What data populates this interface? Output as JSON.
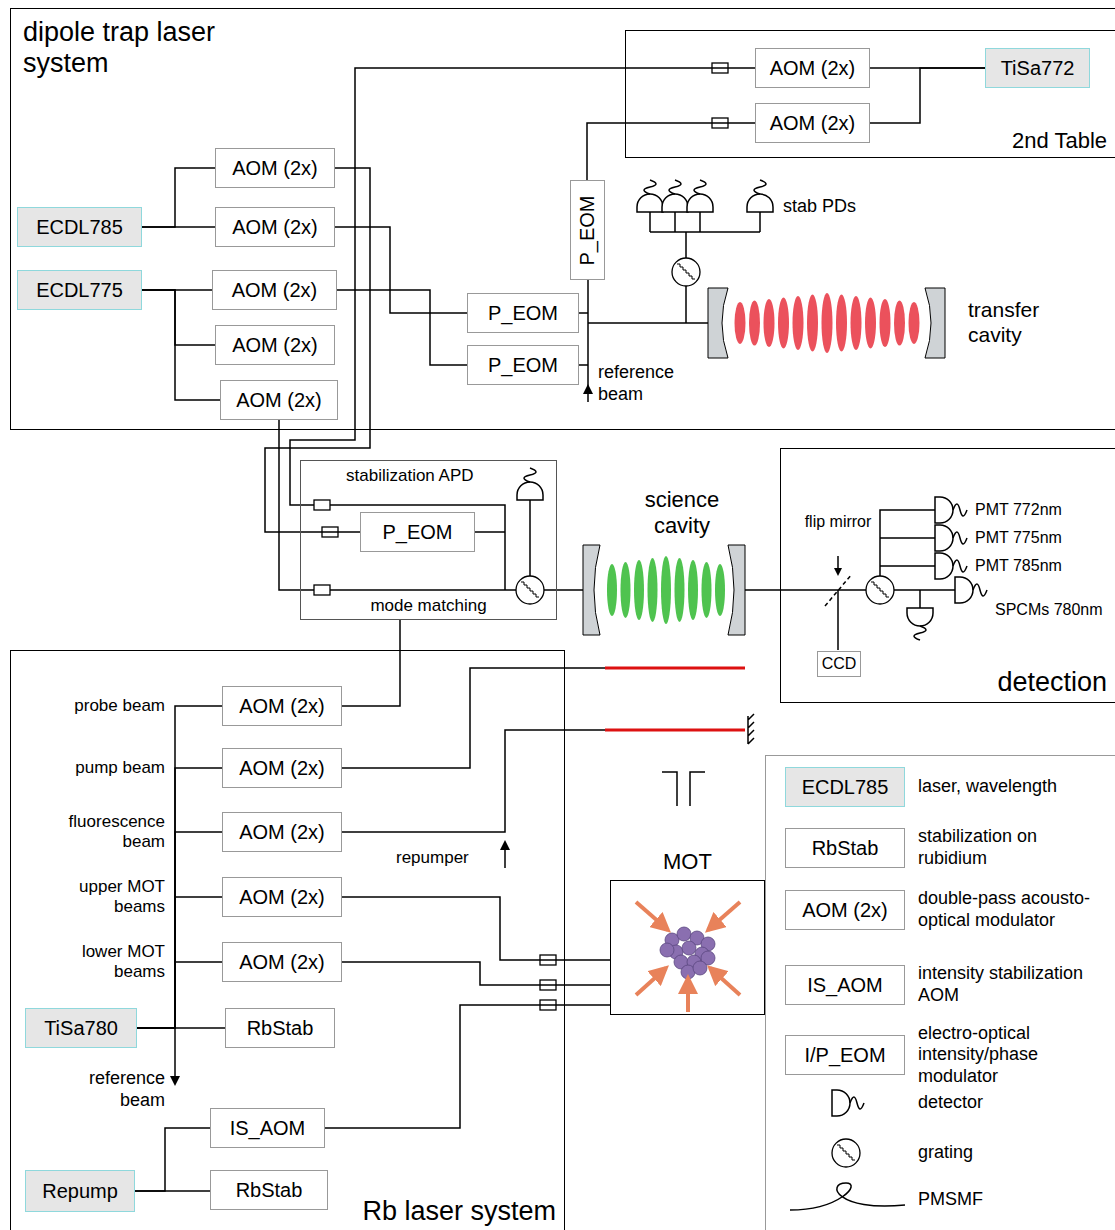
{
  "diagram": {
    "nodes": [
      {
        "text": [
          "dipole trap laser system"
        ]
      },
      {
        "text": [
          "2nd Table"
        ],
        "in": 0
      },
      {
        "text": [
          "AOM (2x)"
        ],
        "in": 1
      },
      {
        "text": [
          "AOM (2x)"
        ],
        "in": 1
      },
      {
        "text": [
          "TiSa772"
        ],
        "in": 1
      },
      {
        "text": [
          "AOM (2x)"
        ],
        "in": 0
      },
      {
        "text": [
          "AOM (2x)"
        ],
        "in": 0
      },
      {
        "text": [
          "ECDL785"
        ],
        "in": 0
      },
      {
        "text": [
          "ECDL775"
        ],
        "in": 0
      },
      {
        "text": [
          "AOM (2x)"
        ],
        "in": 0
      },
      {
        "text": [
          "AOM (2x)"
        ],
        "in": 0
      },
      {
        "text": [
          "AOM (2x)"
        ],
        "in": 0
      },
      {
        "text": [
          "P_EOM"
        ],
        "in": 0
      },
      {
        "text": [
          "P_EOM"
        ],
        "in": 0
      },
      {
        "text": [
          "P_EOM"
        ],
        "in": 0
      },
      {
        "text": [
          "mode matching"
        ]
      },
      {
        "text": [
          "P_EOM"
        ],
        "in": 15
      },
      {
        "text": [
          "detection"
        ]
      },
      {
        "text": [
          "Rb laser system"
        ]
      },
      {
        "text": [
          "AOM (2x)"
        ],
        "in": 18
      },
      {
        "text": [
          "AOM (2x)"
        ],
        "in": 18
      },
      {
        "text": [
          "AOM (2x)"
        ],
        "in": 18
      },
      {
        "text": [
          "AOM (2x)"
        ],
        "in": 18
      },
      {
        "text": [
          "AOM (2x)"
        ],
        "in": 18
      },
      {
        "text": [
          "TiSa780"
        ],
        "in": 18
      },
      {
        "text": [
          "RbStab"
        ],
        "in": 18
      },
      {
        "text": [
          "IS_AOM"
        ],
        "in": 18
      },
      {
        "text": [
          "Repump"
        ],
        "in": 18
      },
      {
        "text": [
          "RbStab"
        ],
        "in": 18
      },
      {
        "text": [
          "MOT"
        ]
      }
    ],
    "edges": [
      {
        "from": 4,
        "to": 2,
        "arrow": "none"
      },
      {
        "from": 4,
        "to": 3,
        "arrow": "none"
      },
      {
        "from": 7,
        "to": 5,
        "arrow": "none"
      },
      {
        "from": 7,
        "to": 6,
        "arrow": "none"
      },
      {
        "from": 8,
        "to": 9,
        "arrow": "none"
      },
      {
        "from": 8,
        "to": 10,
        "arrow": "none"
      },
      {
        "from": 8,
        "to": 11,
        "arrow": "none"
      },
      {
        "from": 3,
        "to": 12,
        "arrow": "none"
      },
      {
        "from": 6,
        "to": 13,
        "arrow": "none"
      },
      {
        "from": 9,
        "to": 14,
        "arrow": "none"
      },
      {
        "from": 2,
        "to": 15,
        "arrow": "none"
      },
      {
        "from": 5,
        "to": 16,
        "arrow": "none"
      },
      {
        "from": 11,
        "to": 15,
        "arrow": "none"
      },
      {
        "from": 19,
        "to": 15,
        "arrow": "none"
      },
      {
        "from": 24,
        "to": 19,
        "arrow": "none"
      },
      {
        "from": 24,
        "to": 20,
        "arrow": "none"
      },
      {
        "from": 24,
        "to": 21,
        "arrow": "none"
      },
      {
        "from": 24,
        "to": 22,
        "arrow": "none"
      },
      {
        "from": 24,
        "to": 23,
        "arrow": "none"
      },
      {
        "from": 24,
        "to": 25,
        "arrow": "none"
      },
      {
        "from": 27,
        "to": 26,
        "arrow": "none"
      },
      {
        "from": 27,
        "to": 28,
        "arrow": "none"
      },
      {
        "from": 22,
        "to": 29,
        "arrow": "none"
      },
      {
        "from": 23,
        "to": 29,
        "arrow": "none"
      },
      {
        "from": 26,
        "to": 29,
        "arrow": "none"
      }
    ],
    "labels": [
      "stab PDs",
      "transfer cavity",
      "reference beam",
      "stabilization APD",
      "science cavity",
      "flip mirror",
      "CCD",
      "PMT 772nm",
      "PMT 775nm",
      "PMT 785nm",
      "SPCMs 780nm",
      "probe beam",
      "pump beam",
      "fluorescence beam",
      "upper MOT beams",
      "lower MOT beams",
      "repumper",
      "reference beam",
      "ECDL785",
      "RbStab",
      "AOM (2x)",
      "IS_AOM",
      "I/P_EOM"
    ],
    "legend": [
      {
        "text": "laser, wavelength",
        "color": "#e6e6e6"
      },
      {
        "text": "stabilization on rubidium"
      },
      {
        "text": "double-pass acousto-optical modulator"
      },
      {
        "text": "intensity stabilization AOM"
      },
      {
        "text": "electro-optical intensity/phase modulator"
      },
      {
        "text": "detector"
      },
      {
        "text": "grating"
      },
      {
        "text": "PMSMF"
      }
    ]
  }
}
